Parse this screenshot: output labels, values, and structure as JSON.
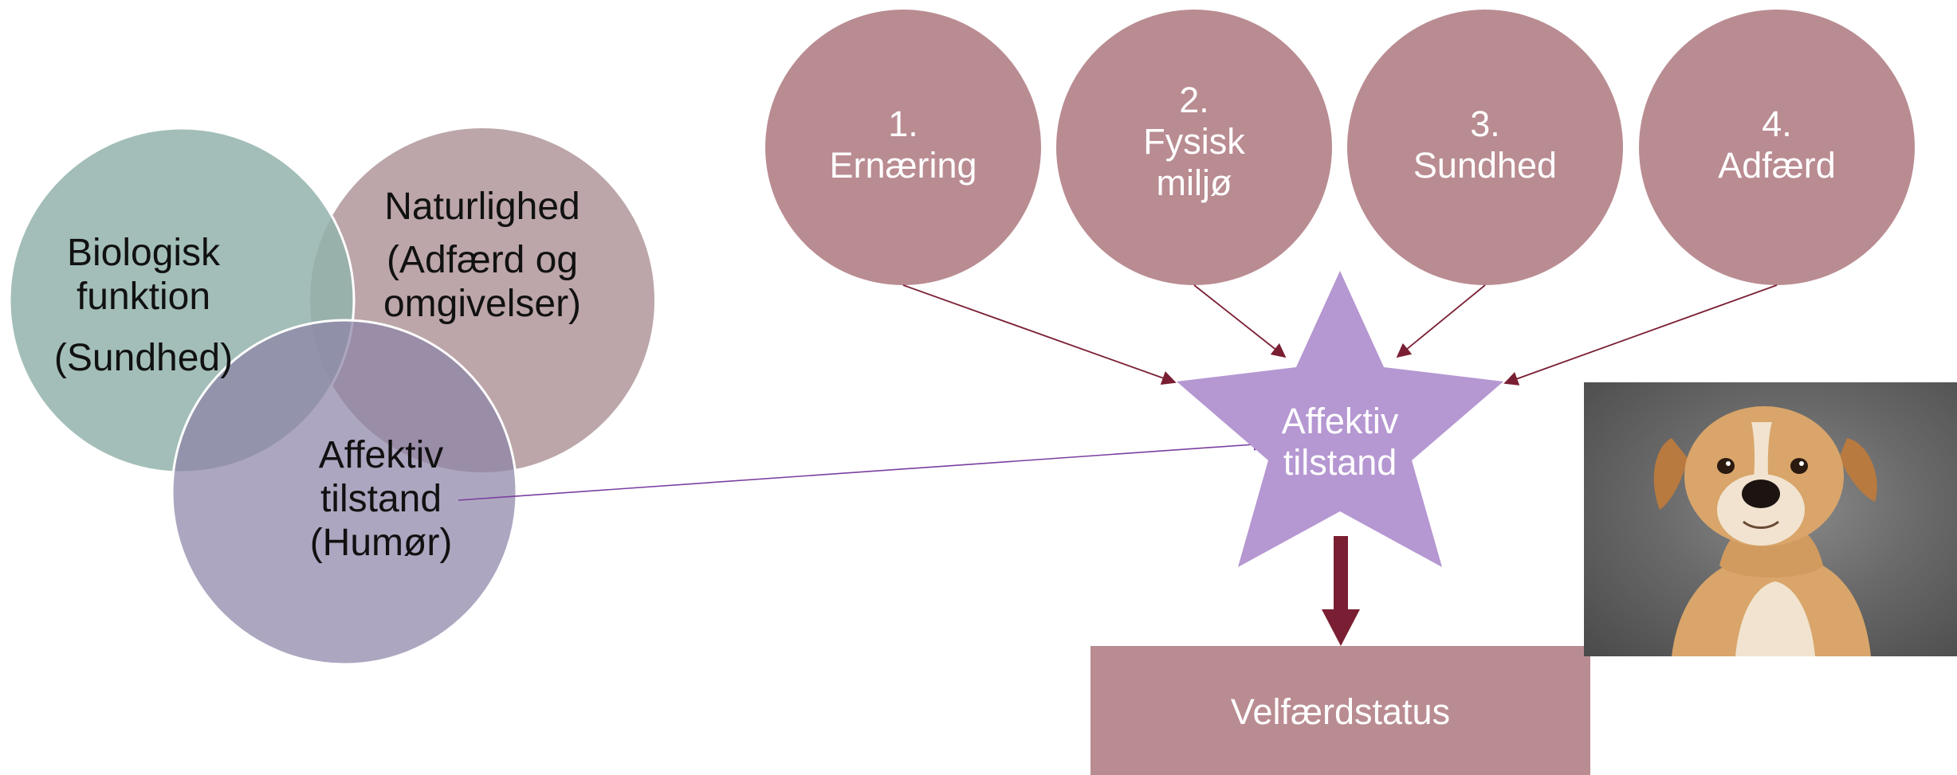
{
  "colors": {
    "venn_biologisk": "#93b3ac",
    "venn_naturlighed": "#b39a9d",
    "venn_affektiv": "#9f96b5",
    "factor_circle": "#b98c92",
    "star": "#b597d2",
    "arrow": "#7a1f33",
    "link_line": "#7a3fa0",
    "velfaerd_box": "#b98c92"
  },
  "venn": {
    "biologisk": {
      "line1": "Biologisk",
      "line2": "funktion",
      "line3": "(Sundhed)"
    },
    "naturlighed": {
      "line1": "Naturlighed",
      "line2": "(Adfærd og",
      "line3": "omgivelser)"
    },
    "affektiv": {
      "line1": "Affektiv",
      "line2": "tilstand",
      "line3": "(Humør)"
    }
  },
  "factors": [
    {
      "number": "1.",
      "label_lines": [
        "Ernæring"
      ]
    },
    {
      "number": "2.",
      "label_lines": [
        "Fysisk",
        "miljø"
      ]
    },
    {
      "number": "3.",
      "label_lines": [
        "Sundhed"
      ]
    },
    {
      "number": "4.",
      "label_lines": [
        "Adfærd"
      ]
    }
  ],
  "star": {
    "line1": "Affektiv",
    "line2": "tilstand"
  },
  "result": {
    "label": "Velfærdstatus"
  },
  "photo": {
    "icon": "dog-photo"
  }
}
